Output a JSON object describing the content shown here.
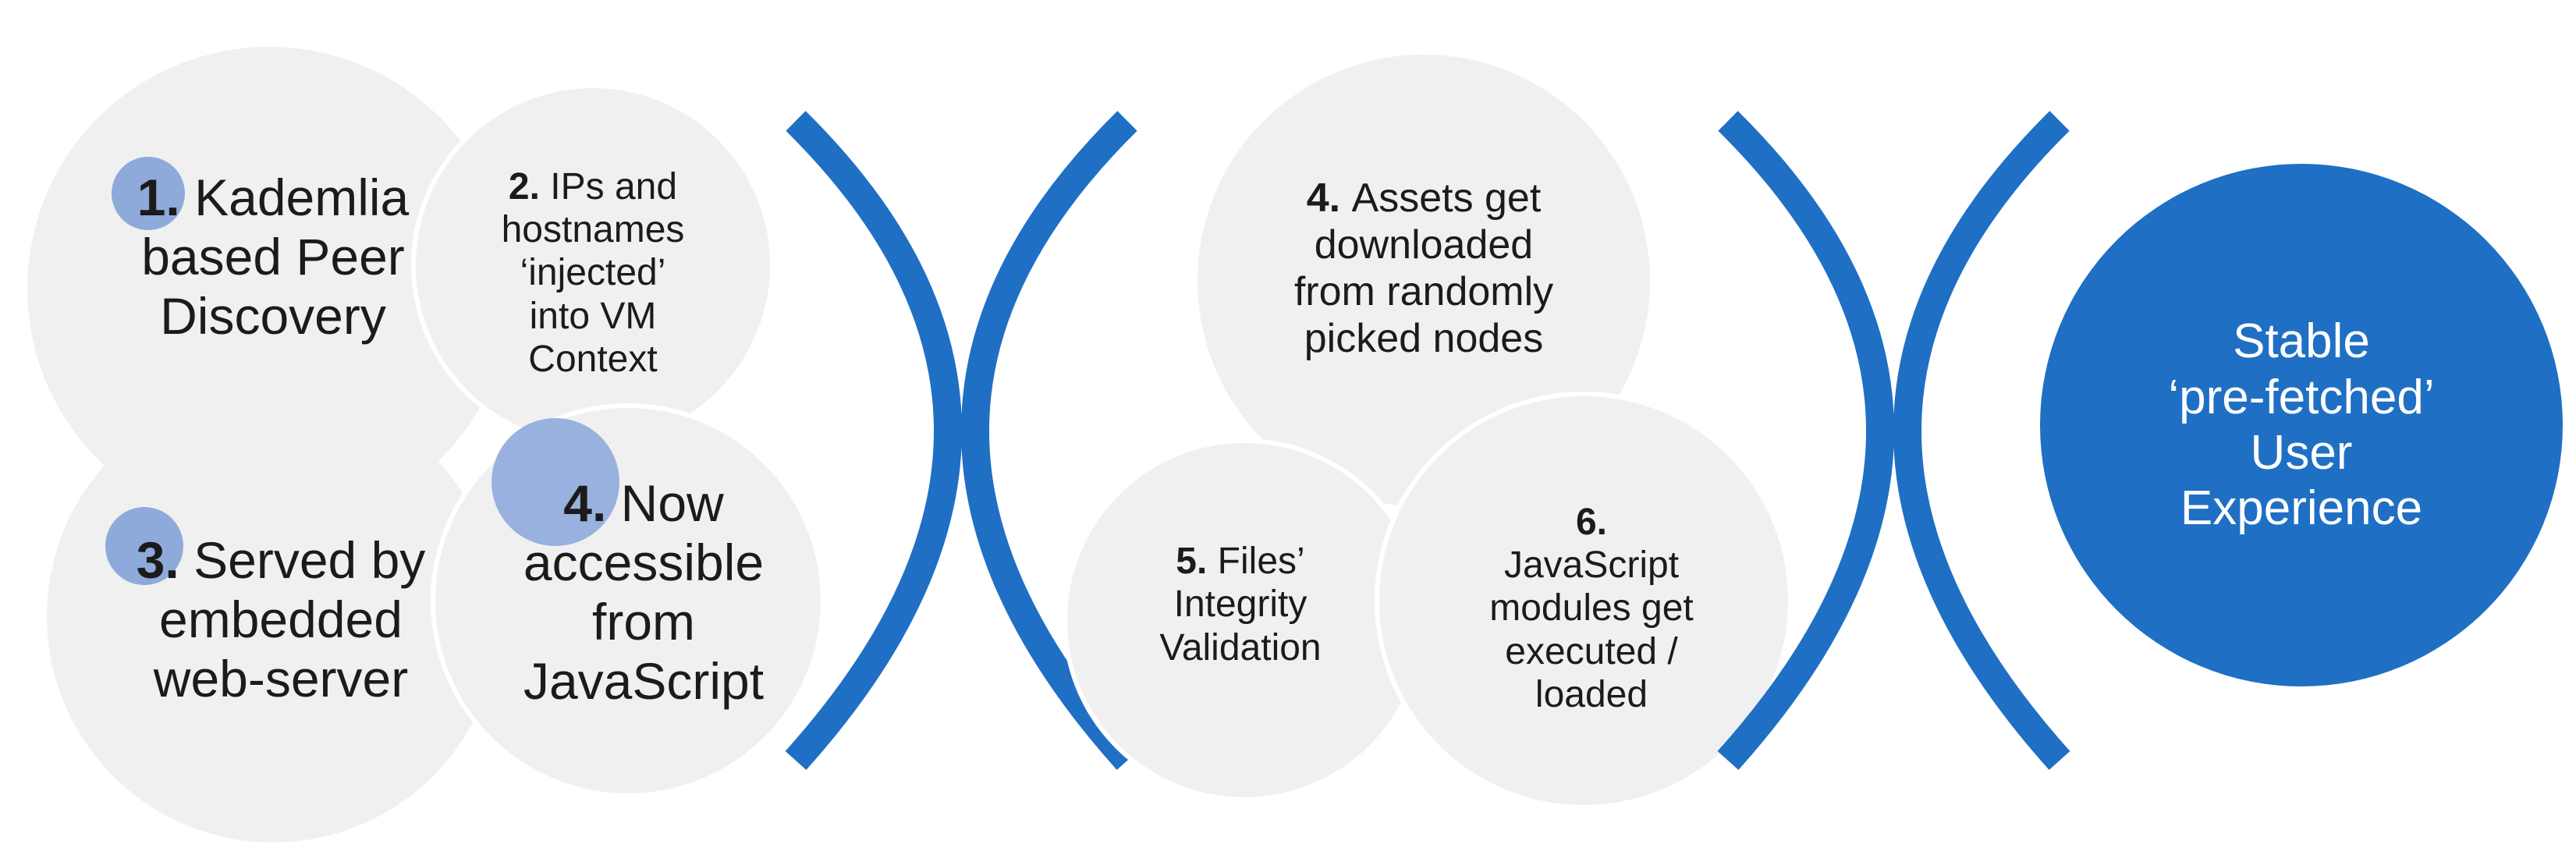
{
  "diagram": {
    "steps": {
      "s1": {
        "num": "1.",
        "lines": [
          "Kademlia",
          "based Peer",
          "Discovery"
        ]
      },
      "s2": {
        "num": "2.",
        "lines": [
          "IPs and",
          "hostnames",
          "‘injected’",
          "into VM",
          "Context"
        ]
      },
      "s3": {
        "num": "3.",
        "lines": [
          "Served by",
          "embedded",
          "web-server"
        ]
      },
      "s4a": {
        "num": "4.",
        "lines": [
          "Now",
          "accessible",
          "from",
          "JavaScript"
        ]
      },
      "s4b": {
        "num": "4.",
        "lines": [
          "Assets get",
          "downloaded",
          "from randomly",
          "picked nodes"
        ]
      },
      "s5": {
        "num": "5.",
        "lines": [
          "Files’",
          "Integrity",
          "Validation"
        ]
      },
      "s6": {
        "num": "6.",
        "lines": [
          "JavaScript",
          "modules get",
          "executed /",
          "loaded"
        ]
      },
      "final": {
        "lines": [
          "Stable",
          "‘pre-fetched’",
          "User",
          "Experience"
        ]
      }
    },
    "colors": {
      "circle_fill": "#f0f0f0",
      "badge_fill": "#8eaadb",
      "bracket": "#1f6fc5",
      "final_fill": "#1f6fc5",
      "final_text": "#ffffff"
    }
  }
}
